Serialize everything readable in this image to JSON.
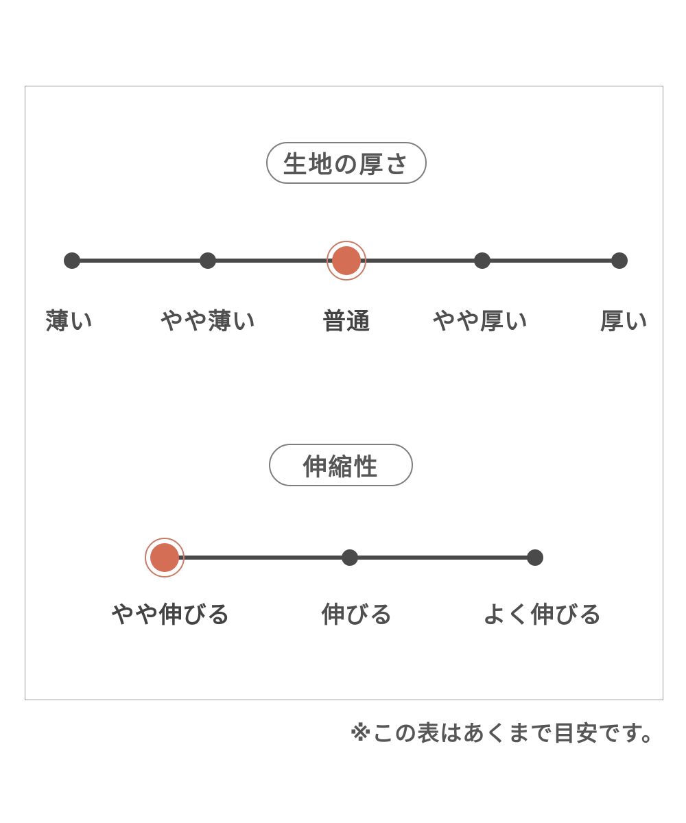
{
  "note": "※この表はあくまで目安です。",
  "colors": {
    "accent": "#d46e55",
    "accent_ring": "#c97b66",
    "scale_dark": "#4a4a4a",
    "text": "#565656",
    "box_border": "#9b9b9b"
  },
  "scales": [
    {
      "title": "生地の厚さ",
      "selected_index": 2,
      "selected_label": "普通",
      "points": [
        {
          "label": "薄い"
        },
        {
          "label": "やや薄い"
        },
        {
          "label": "普通"
        },
        {
          "label": "やや厚い"
        },
        {
          "label": "厚い"
        }
      ]
    },
    {
      "title": "伸縮性",
      "selected_index": 0,
      "selected_label": "やや伸びる",
      "points": [
        {
          "label": "やや伸びる"
        },
        {
          "label": "伸びる"
        },
        {
          "label": "よく伸びる"
        }
      ]
    }
  ]
}
